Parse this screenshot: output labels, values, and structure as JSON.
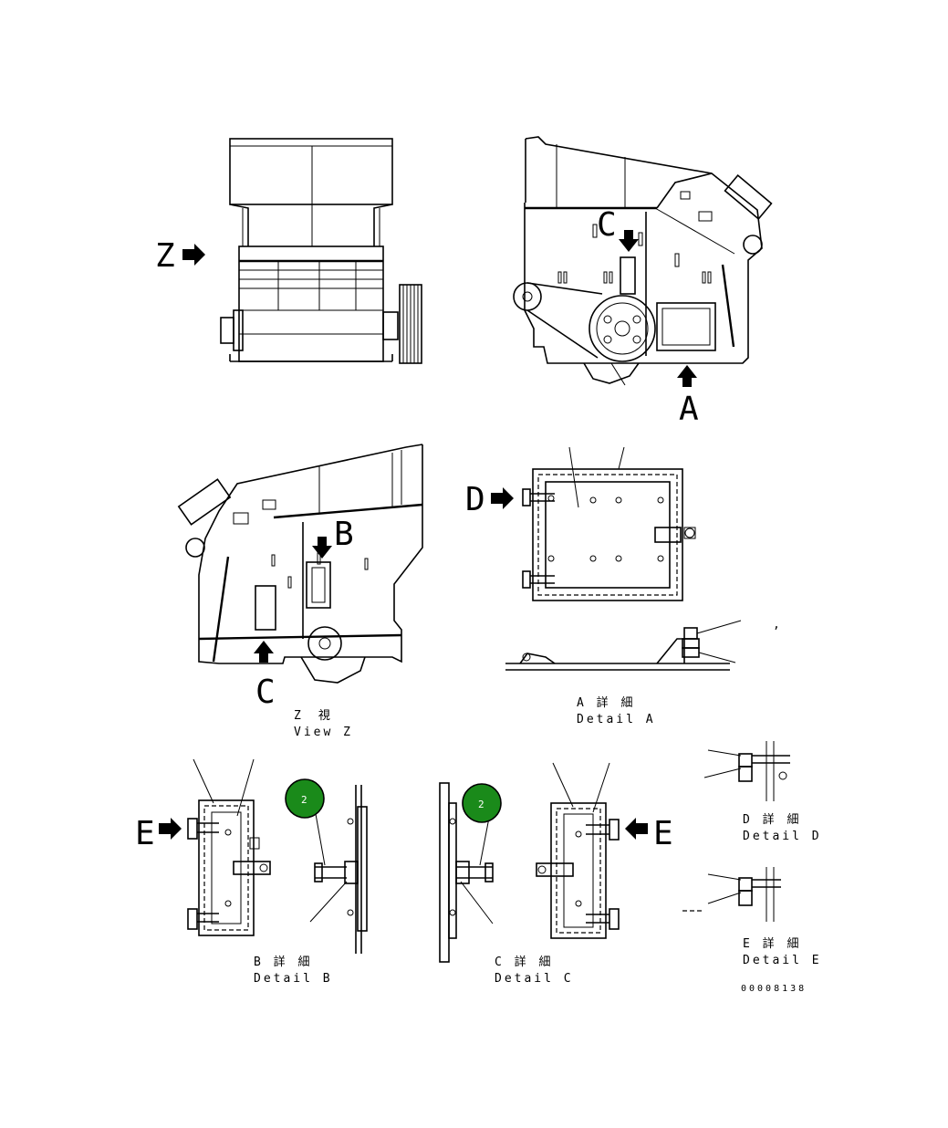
{
  "drawing": {
    "view_letters": {
      "z": "Z",
      "a": "A",
      "c_top": "C",
      "b": "B",
      "c_bottom": "C",
      "d": "D",
      "e_left": "E",
      "e_right": "E"
    },
    "captions": {
      "view_z_jp": "Z　視",
      "view_z_en": "View Z",
      "detail_a_jp": "A 詳 細",
      "detail_a_en": "Detail A",
      "detail_b_jp": "B 詳 細",
      "detail_b_en": "Detail B",
      "detail_c_jp": "C 詳 細",
      "detail_c_en": "Detail C",
      "detail_d_jp": "D 詳 細",
      "detail_d_en": "Detail D",
      "detail_e_jp": "E 詳 細",
      "detail_e_en": "Detail E"
    },
    "callouts": {
      "left_number": "2",
      "right_number": "2",
      "color": "#1a8a1a"
    },
    "stray_mark": ",",
    "drawing_number": "00008138"
  }
}
